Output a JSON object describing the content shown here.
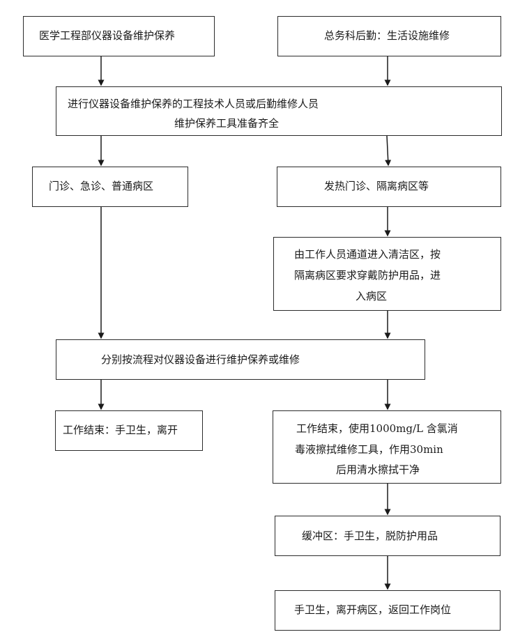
{
  "nodes": {
    "top_left": "医学工程部仪器设备维护保养",
    "top_right": "总务科后勤：生活设施维修",
    "prep_line1": "进行仪器设备维护保养的工程技术人员或后勤维修人员",
    "prep_line2": "维护保养工具准备齐全",
    "left_zone": "门诊、急诊、普通病区",
    "right_zone": "发热门诊、隔离病区等",
    "enter_line1": "由工作人员通道进入清洁区，按",
    "enter_line2": "隔离病区要求穿戴防护用品，进",
    "enter_line3": "入病区",
    "maintain": "分别按流程对仪器设备进行维护保养或维修",
    "end_left": "工作结束：手卫生，离开",
    "end_right_line1": "工作结束，使用1000mg/L 含氯消",
    "end_right_line2": "毒液擦拭维修工具，作用30min",
    "end_right_line3": "后用清水擦拭干净",
    "buffer": "缓冲区：手卫生，脱防护用品",
    "final": "手卫生，离开病区，返回工作岗位"
  }
}
